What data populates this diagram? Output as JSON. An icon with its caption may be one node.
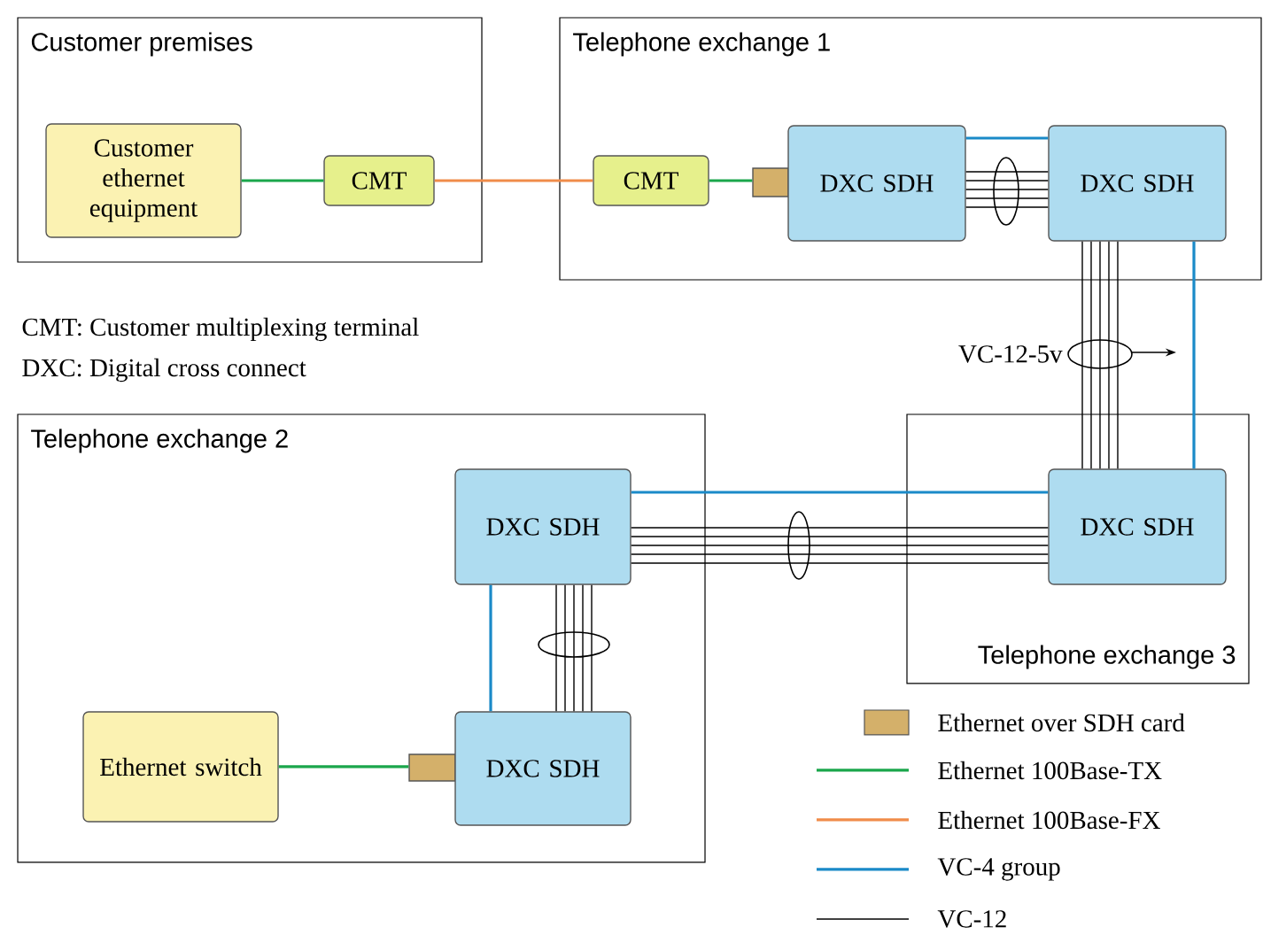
{
  "diagram": {
    "nodes": [
      {
        "text": [
          "Customer premises"
        ]
      },
      {
        "text": [
          "Customer ethernet equipment"
        ],
        "in": 0
      },
      {
        "text": [
          "CMT"
        ],
        "in": 0
      },
      {
        "text": [
          "Telephone exchange 1"
        ]
      },
      {
        "text": [
          "CMT"
        ],
        "in": 3
      },
      {
        "text": [],
        "shape": "box",
        "in": 3
      },
      {
        "text": [
          "DXC SDH"
        ],
        "in": 3
      },
      {
        "text": [
          "DXC SDH"
        ],
        "in": 3
      },
      {
        "text": [
          "Telephone exchange 2"
        ]
      },
      {
        "text": [
          "Telephone exchange 3"
        ]
      },
      {
        "text": [
          "DXC SDH"
        ],
        "in": 8
      },
      {
        "text": [
          "DXC SDH"
        ],
        "in": 9
      },
      {
        "text": [
          "Ethernet switch"
        ],
        "in": 8
      },
      {
        "text": [],
        "shape": "box",
        "in": 8
      },
      {
        "text": [
          "DXC SDH"
        ],
        "in": 8
      }
    ],
    "edges": [
      {
        "from": 1,
        "to": 2,
        "arrow": "none",
        "color": "#1aa64b"
      },
      {
        "from": 2,
        "to": 4,
        "arrow": "none",
        "color": "#f08c4a"
      },
      {
        "from": 4,
        "to": 5,
        "arrow": "none",
        "color": "#1aa64b"
      },
      {
        "from": 6,
        "to": 7,
        "arrow": "none",
        "color": "#1a8ac8"
      },
      {
        "from": 6,
        "to": 7,
        "arrow": "none",
        "color": "#000000"
      },
      {
        "from": 7,
        "to": 11,
        "arrow": "none",
        "color": "#000000",
        "label": "VC-12-5v"
      },
      {
        "from": 7,
        "to": 11,
        "arrow": "none",
        "color": "#1a8ac8"
      },
      {
        "from": 10,
        "to": 11,
        "arrow": "none",
        "color": "#1a8ac8"
      },
      {
        "from": 10,
        "to": 11,
        "arrow": "none",
        "color": "#000000"
      },
      {
        "from": 10,
        "to": 14,
        "arrow": "none",
        "color": "#1a8ac8"
      },
      {
        "from": 10,
        "to": 14,
        "arrow": "none",
        "color": "#000000"
      },
      {
        "from": 12,
        "to": 13,
        "arrow": "none",
        "color": "#1aa64b"
      }
    ],
    "labels": [
      "CMT: Customer multiplexing terminal",
      "DXC: Digital cross connect"
    ],
    "legend": [
      {
        "text": "Ethernet over SDH card",
        "color": "#d4b06a"
      },
      {
        "text": "Ethernet 100Base-TX"
      },
      {
        "text": "Ethernet 100Base-FX"
      },
      {
        "text": "VC-4 group"
      },
      {
        "text": "VC-12"
      }
    ]
  }
}
